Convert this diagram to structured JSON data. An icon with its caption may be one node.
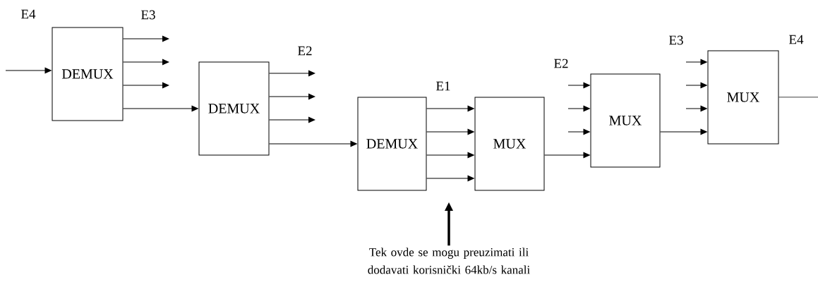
{
  "diagram": {
    "nodes": [
      {
        "text": [
          "DEMUX"
        ]
      },
      {
        "text": [
          "DEMUX"
        ]
      },
      {
        "text": [
          "DEMUX"
        ]
      },
      {
        "text": [
          "MUX"
        ]
      },
      {
        "text": [
          "MUX"
        ]
      },
      {
        "text": [
          "MUX"
        ]
      },
      {
        "text": [
          "Tek ovde se mogu preuzimati ili dodavati korisnički 64kb/s kanali"
        ]
      }
    ],
    "edges": [
      {
        "from": null,
        "to": 0,
        "arrow": "to"
      },
      {
        "from": 0,
        "to": null,
        "arrow": "to"
      },
      {
        "from": 0,
        "to": null,
        "arrow": "to"
      },
      {
        "from": 0,
        "to": null,
        "arrow": "to"
      },
      {
        "from": 0,
        "to": 1,
        "arrow": "to"
      },
      {
        "from": 1,
        "to": null,
        "arrow": "to"
      },
      {
        "from": 1,
        "to": null,
        "arrow": "to"
      },
      {
        "from": 1,
        "to": null,
        "arrow": "to"
      },
      {
        "from": 1,
        "to": 2,
        "arrow": "to"
      },
      {
        "from": 2,
        "to": 3,
        "arrow": "to"
      },
      {
        "from": 2,
        "to": 3,
        "arrow": "to"
      },
      {
        "from": 2,
        "to": 3,
        "arrow": "to"
      },
      {
        "from": 2,
        "to": 3,
        "arrow": "to"
      },
      {
        "from": 3,
        "to": 4,
        "arrow": "to"
      },
      {
        "from": null,
        "to": 4,
        "arrow": "to"
      },
      {
        "from": null,
        "to": 4,
        "arrow": "to"
      },
      {
        "from": null,
        "to": 4,
        "arrow": "to"
      },
      {
        "from": 4,
        "to": 5,
        "arrow": "to"
      },
      {
        "from": null,
        "to": 5,
        "arrow": "to"
      },
      {
        "from": null,
        "to": 5,
        "arrow": "to"
      },
      {
        "from": null,
        "to": 5,
        "arrow": "to"
      },
      {
        "from": 5,
        "to": null,
        "arrow": "none"
      },
      {
        "from": 6,
        "to": null,
        "arrow": "to",
        "style": "thick"
      }
    ],
    "labels": [
      "E4",
      "E3",
      "E2",
      "E1",
      "E2",
      "E3",
      "E4"
    ]
  }
}
